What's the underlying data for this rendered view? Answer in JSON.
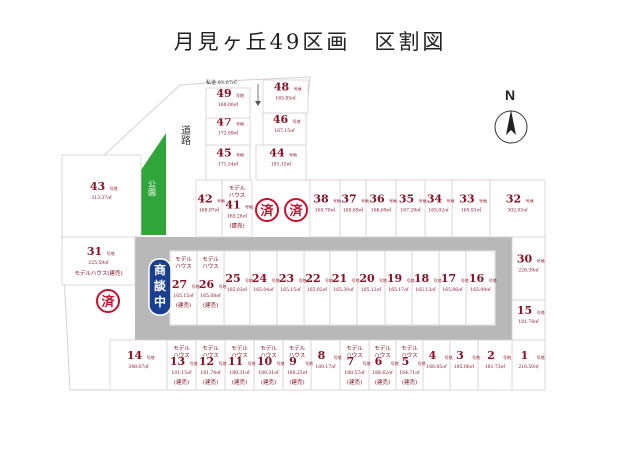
{
  "title": "月見ヶ丘49区画　区割図",
  "compass": {
    "label": "N"
  },
  "private_road": "私道 93.07㎡",
  "road": "道路",
  "park": "公園",
  "sold_mark": "済",
  "negotiating_mark": "商談中",
  "model_house_label": "モデルハウス",
  "model_house_label_split": "モデル\nハウス",
  "built_for_sale": "(建売)",
  "unit_label": "号地",
  "lots": [
    {
      "no": "1",
      "area": "216.50"
    },
    {
      "no": "2",
      "area": "181.73"
    },
    {
      "no": "3",
      "area": "185.06"
    },
    {
      "no": "4",
      "area": "166.85"
    },
    {
      "no": "5",
      "area": "164.71"
    },
    {
      "no": "6",
      "area": "166.62"
    },
    {
      "no": "7",
      "area": "180.57"
    },
    {
      "no": "8",
      "area": "180.17"
    },
    {
      "no": "9",
      "area": "180.25"
    },
    {
      "no": "10",
      "area": "180.31"
    },
    {
      "no": "11",
      "area": "180.31"
    },
    {
      "no": "12",
      "area": "181.74"
    },
    {
      "no": "13",
      "area": "181.15"
    },
    {
      "no": "14",
      "area": "348.67"
    },
    {
      "no": "15",
      "area": "181.78"
    },
    {
      "no": "16",
      "area": "165.09"
    },
    {
      "no": "17",
      "area": "165.06"
    },
    {
      "no": "18",
      "area": "165.13"
    },
    {
      "no": "19",
      "area": "165.17"
    },
    {
      "no": "20",
      "area": "165.12"
    },
    {
      "no": "21",
      "area": "165.30"
    },
    {
      "no": "22",
      "area": "165.02"
    },
    {
      "no": "23",
      "area": "165.15"
    },
    {
      "no": "24",
      "area": "165.04"
    },
    {
      "no": "25",
      "area": "165.03"
    },
    {
      "no": "26",
      "area": "165.08"
    },
    {
      "no": "27",
      "area": "165.15"
    },
    {
      "no": "30",
      "area": "226.39"
    },
    {
      "no": "31",
      "area": "225.59"
    },
    {
      "no": "32",
      "area": "302.03"
    },
    {
      "no": "33",
      "area": "165.91"
    },
    {
      "no": "34",
      "area": "165.02"
    },
    {
      "no": "35",
      "area": "167.29"
    },
    {
      "no": "36",
      "area": "166.69"
    },
    {
      "no": "37",
      "area": "165.69"
    },
    {
      "no": "38",
      "area": "165.70"
    },
    {
      "no": "41",
      "area": "165.26"
    },
    {
      "no": "42",
      "area": "168.97"
    },
    {
      "no": "43",
      "area": "313.37"
    },
    {
      "no": "44",
      "area": "191.15"
    },
    {
      "no": "45",
      "area": "171.54"
    },
    {
      "no": "46",
      "area": "167.15"
    },
    {
      "no": "47",
      "area": "172.09"
    },
    {
      "no": "48",
      "area": "165.85"
    },
    {
      "no": "49",
      "area": "168.00"
    }
  ]
}
